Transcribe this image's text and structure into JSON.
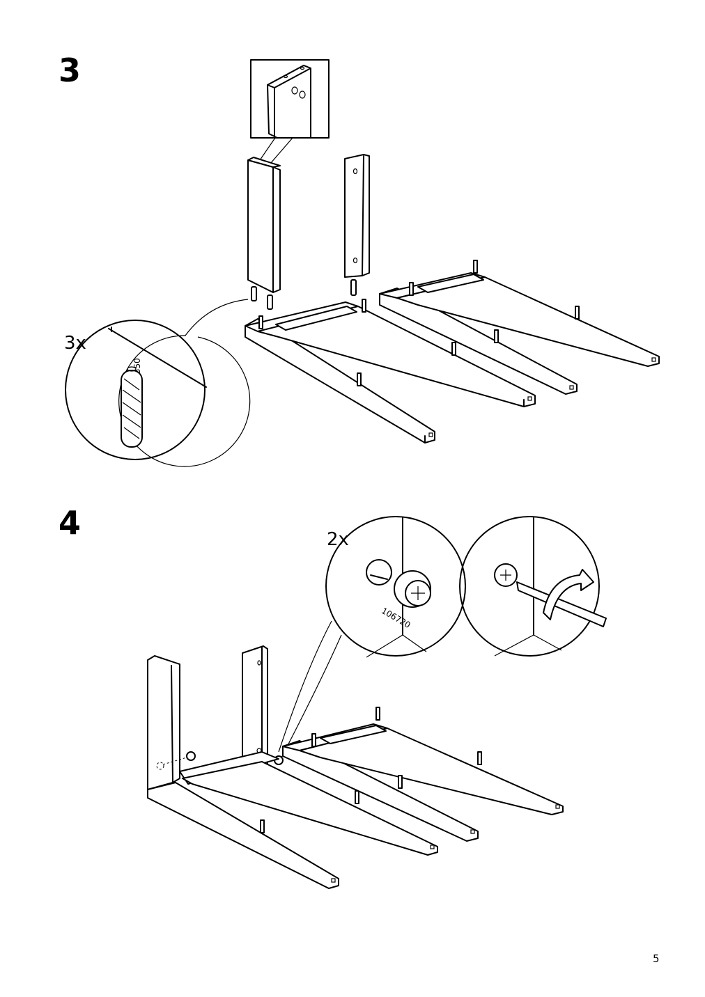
{
  "page": {
    "number": "5"
  },
  "steps": [
    {
      "number": "3",
      "quantity": "3x",
      "part_number": "101350",
      "part_icon": "wooden-dowel-icon"
    },
    {
      "number": "4",
      "quantity": "2x",
      "part_number": "106720",
      "part_icon": "cam-lock-icon"
    }
  ]
}
